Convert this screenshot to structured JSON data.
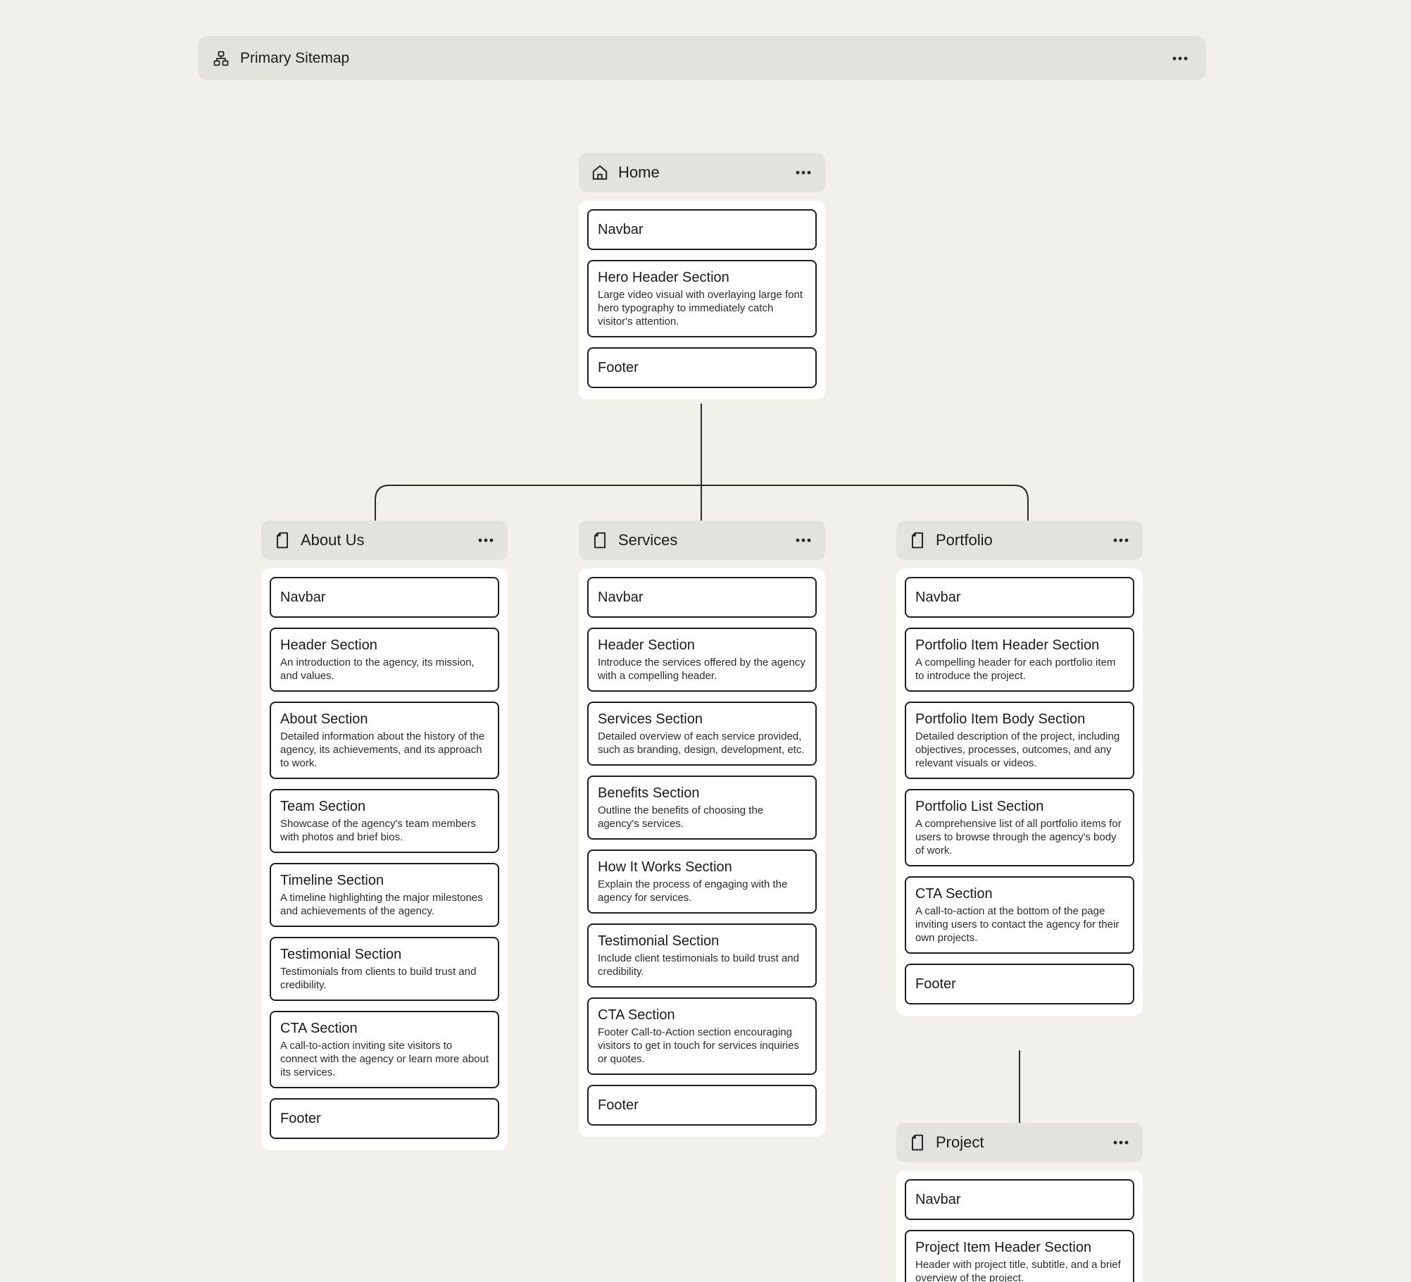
{
  "topbar": {
    "title": "Primary Sitemap",
    "icon": "sitemap-icon",
    "more_icon": "more-horizontal-icon"
  },
  "nodes": {
    "home": {
      "label": "Home",
      "icon": "home-icon",
      "sections": [
        {
          "title": "Navbar",
          "desc": ""
        },
        {
          "title": "Hero Header Section",
          "desc": "Large video visual with overlaying large font hero typography to immediately catch visitor's attention."
        },
        {
          "title": "Footer",
          "desc": ""
        }
      ]
    },
    "about": {
      "label": "About Us",
      "icon": "page-icon",
      "sections": [
        {
          "title": "Navbar",
          "desc": ""
        },
        {
          "title": "Header Section",
          "desc": "An introduction to the agency, its mission, and values."
        },
        {
          "title": "About Section",
          "desc": "Detailed information about the history of the agency, its achievements, and its approach to work."
        },
        {
          "title": "Team Section",
          "desc": "Showcase of the agency's team members with photos and brief bios."
        },
        {
          "title": "Timeline Section",
          "desc": "A timeline highlighting the major milestones and achievements of the agency."
        },
        {
          "title": "Testimonial Section",
          "desc": "Testimonials from clients to build trust and credibility."
        },
        {
          "title": "CTA Section",
          "desc": "A call-to-action inviting site visitors to connect with the agency or learn more about its services."
        },
        {
          "title": "Footer",
          "desc": ""
        }
      ]
    },
    "services": {
      "label": "Services",
      "icon": "page-icon",
      "sections": [
        {
          "title": "Navbar",
          "desc": ""
        },
        {
          "title": "Header Section",
          "desc": "Introduce the services offered by the agency with a compelling header."
        },
        {
          "title": "Services Section",
          "desc": "Detailed overview of each service provided, such as branding, design, development, etc."
        },
        {
          "title": "Benefits Section",
          "desc": "Outline the benefits of choosing the agency's services."
        },
        {
          "title": "How It Works Section",
          "desc": "Explain the process of engaging with the agency for services."
        },
        {
          "title": "Testimonial Section",
          "desc": "Include client testimonials to build trust and credibility."
        },
        {
          "title": "CTA Section",
          "desc": "Footer Call-to-Action section encouraging visitors to get in touch for services inquiries or quotes."
        },
        {
          "title": "Footer",
          "desc": ""
        }
      ]
    },
    "portfolio": {
      "label": "Portfolio",
      "icon": "page-icon",
      "sections": [
        {
          "title": "Navbar",
          "desc": ""
        },
        {
          "title": "Portfolio Item Header Section",
          "desc": "A compelling header for each portfolio item to introduce the project."
        },
        {
          "title": "Portfolio Item Body Section",
          "desc": "Detailed description of the project, including objectives, processes, outcomes, and any relevant visuals or videos."
        },
        {
          "title": "Portfolio List Section",
          "desc": "A comprehensive list of all portfolio items for users to browse through the agency's body of work."
        },
        {
          "title": "CTA Section",
          "desc": "A call-to-action at the bottom of the page inviting users to contact the agency for their own projects."
        },
        {
          "title": "Footer",
          "desc": ""
        }
      ]
    },
    "project": {
      "label": "Project",
      "icon": "page-icon",
      "sections": [
        {
          "title": "Navbar",
          "desc": ""
        },
        {
          "title": "Project Item Header Section",
          "desc": "Header with project title, subtitle, and a brief overview of the project."
        }
      ]
    }
  }
}
